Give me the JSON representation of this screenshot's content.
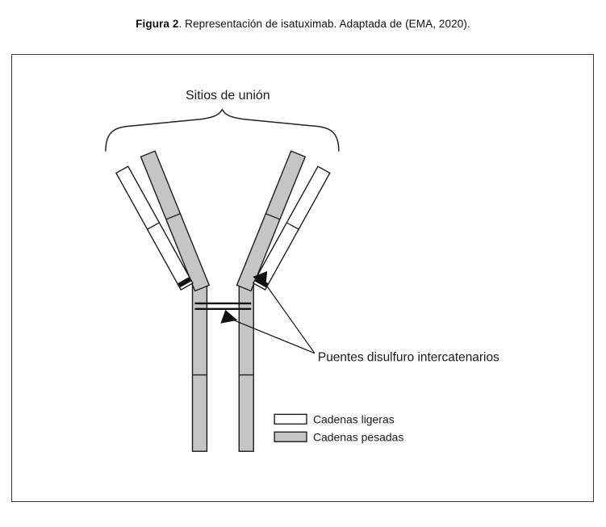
{
  "caption": {
    "figure_label": "Figura 2",
    "text": ". Representación de isatuximab. Adaptada de (EMA, 2020)."
  },
  "diagram": {
    "binding_sites_label": "Sitios de unión",
    "disulfide_bridges_label": "Puentes disulfuro intercatenarios",
    "legend": {
      "light_chains": "Cadenas ligeras",
      "heavy_chains": "Cadenas pesadas"
    },
    "colors": {
      "heavy_chain_fill": "#c5c5c5",
      "light_chain_fill": "#ffffff",
      "outline": "#1c1c1c"
    }
  }
}
